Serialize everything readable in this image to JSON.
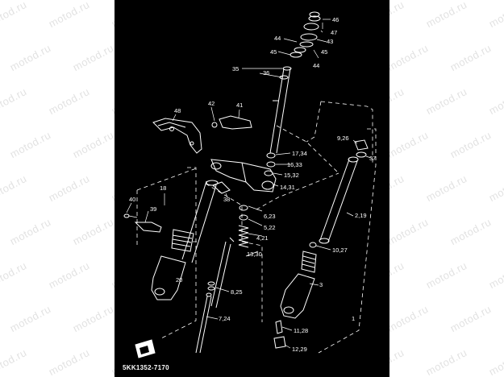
{
  "document": {
    "part_code": "5KK1352-7170",
    "watermark_text": "motod.ru",
    "colors": {
      "diagram_background": "#000000",
      "page_background": "#ffffff",
      "line_color": "#ffffff",
      "watermark": "#969696"
    }
  },
  "callouts": {
    "c46": "46",
    "c47": "47",
    "c43": "43",
    "c45a": "45",
    "c44a": "44",
    "c45b": "45",
    "c44b": "44",
    "c35": "35",
    "c36": "36",
    "c48": "48",
    "c42": "42",
    "c41": "41",
    "c17_34": "17,34",
    "c16_33": "16,33",
    "c15_32": "15,32",
    "c14_31": "14,31",
    "c9_26": "9,26",
    "c37": "37",
    "c18": "18",
    "c38": "38",
    "c40": "40",
    "c39": "39",
    "c6_23": "6,23",
    "c5_22": "5,22",
    "c4_21": "4,21",
    "c2_19": "2,19",
    "c13_30": "13,30",
    "c10_27": "10,27",
    "c20": "20",
    "c3": "3",
    "c8_25": "8,25",
    "c7_24": "7,24",
    "c1": "1",
    "c11_28": "11,28",
    "c12_29": "12,29"
  }
}
